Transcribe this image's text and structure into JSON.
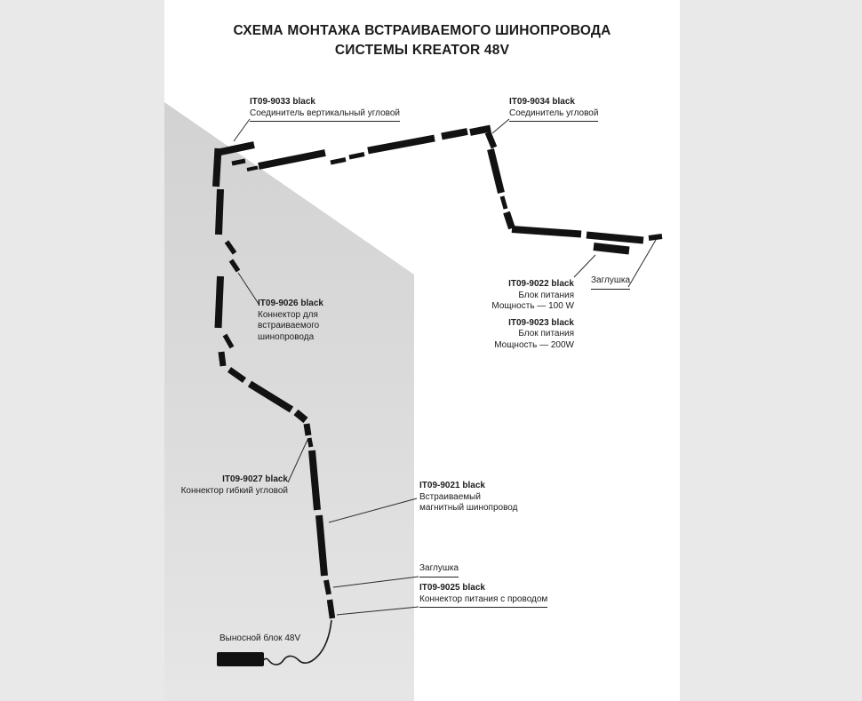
{
  "title": {
    "line1": "СХЕМА МОНТАЖА ВСТРАИВАЕМОГО ШИНОПРОВОДА",
    "line2": "СИСТЕМЫ KREATOR 48V"
  },
  "callouts": {
    "it09_9033": {
      "code": "IT09-9033 black",
      "desc": "Соединитель вертикальный угловой"
    },
    "it09_9034": {
      "code": "IT09-9034 black",
      "desc": "Соединитель угловой"
    },
    "it09_9026": {
      "code": "IT09-9026 black",
      "desc1": "Коннектор для",
      "desc2": "встраиваемого",
      "desc3": "шинопровода"
    },
    "it09_9022": {
      "code": "IT09-9022 black",
      "desc1": "Блок питания",
      "desc2": "Мощность — 100 W"
    },
    "it09_9023": {
      "code": "IT09-9023 black",
      "desc1": "Блок питания",
      "desc2": "Мощность — 200W"
    },
    "plug_top": {
      "text": "Заглушка"
    },
    "it09_9027": {
      "code": "IT09-9027 black",
      "desc": "Коннектор гибкий угловой"
    },
    "it09_9021": {
      "code": "IT09-9021 black",
      "desc1": "Встраиваемый",
      "desc2": "магнитный шинопровод"
    },
    "plug_bottom": {
      "text": "Заглушка"
    },
    "it09_9025": {
      "code": "IT09-9025 black",
      "desc": "Коннектор питания с проводом"
    },
    "remote_block": {
      "text": "Выносной блок 48V"
    }
  },
  "colors": {
    "background": "#e9e9e9",
    "canvas": "#ffffff",
    "wall_top": "#d2d2d2",
    "wall_bottom": "#e6e6e6",
    "track": "#121212",
    "leader": "#2b2b2b",
    "text": "#1c1c1c"
  }
}
